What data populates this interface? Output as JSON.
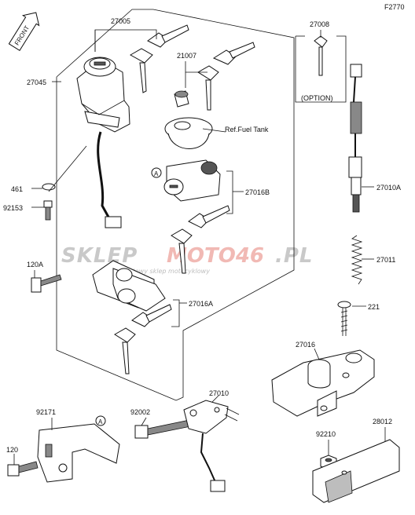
{
  "diagram": {
    "code": "F2770",
    "front_label": "FRONT",
    "option_label": "(OPTION)",
    "ref_fuel_tank": "Ref.Fuel Tank",
    "callout_a": "A",
    "watermark": {
      "part1": "SKLEP",
      "part2": "MOTO46",
      "part3": ".PL",
      "sub": "internetowy sklep motocyklowy"
    },
    "parts": [
      {
        "id": "27005"
      },
      {
        "id": "27045"
      },
      {
        "id": "21007"
      },
      {
        "id": "27008"
      },
      {
        "id": "27010A"
      },
      {
        "id": "27016B"
      },
      {
        "id": "461"
      },
      {
        "id": "92153"
      },
      {
        "id": "120A"
      },
      {
        "id": "27011"
      },
      {
        "id": "27016A"
      },
      {
        "id": "221"
      },
      {
        "id": "27016"
      },
      {
        "id": "92171"
      },
      {
        "id": "92002"
      },
      {
        "id": "27010"
      },
      {
        "id": "28012"
      },
      {
        "id": "120"
      },
      {
        "id": "92210"
      }
    ]
  }
}
